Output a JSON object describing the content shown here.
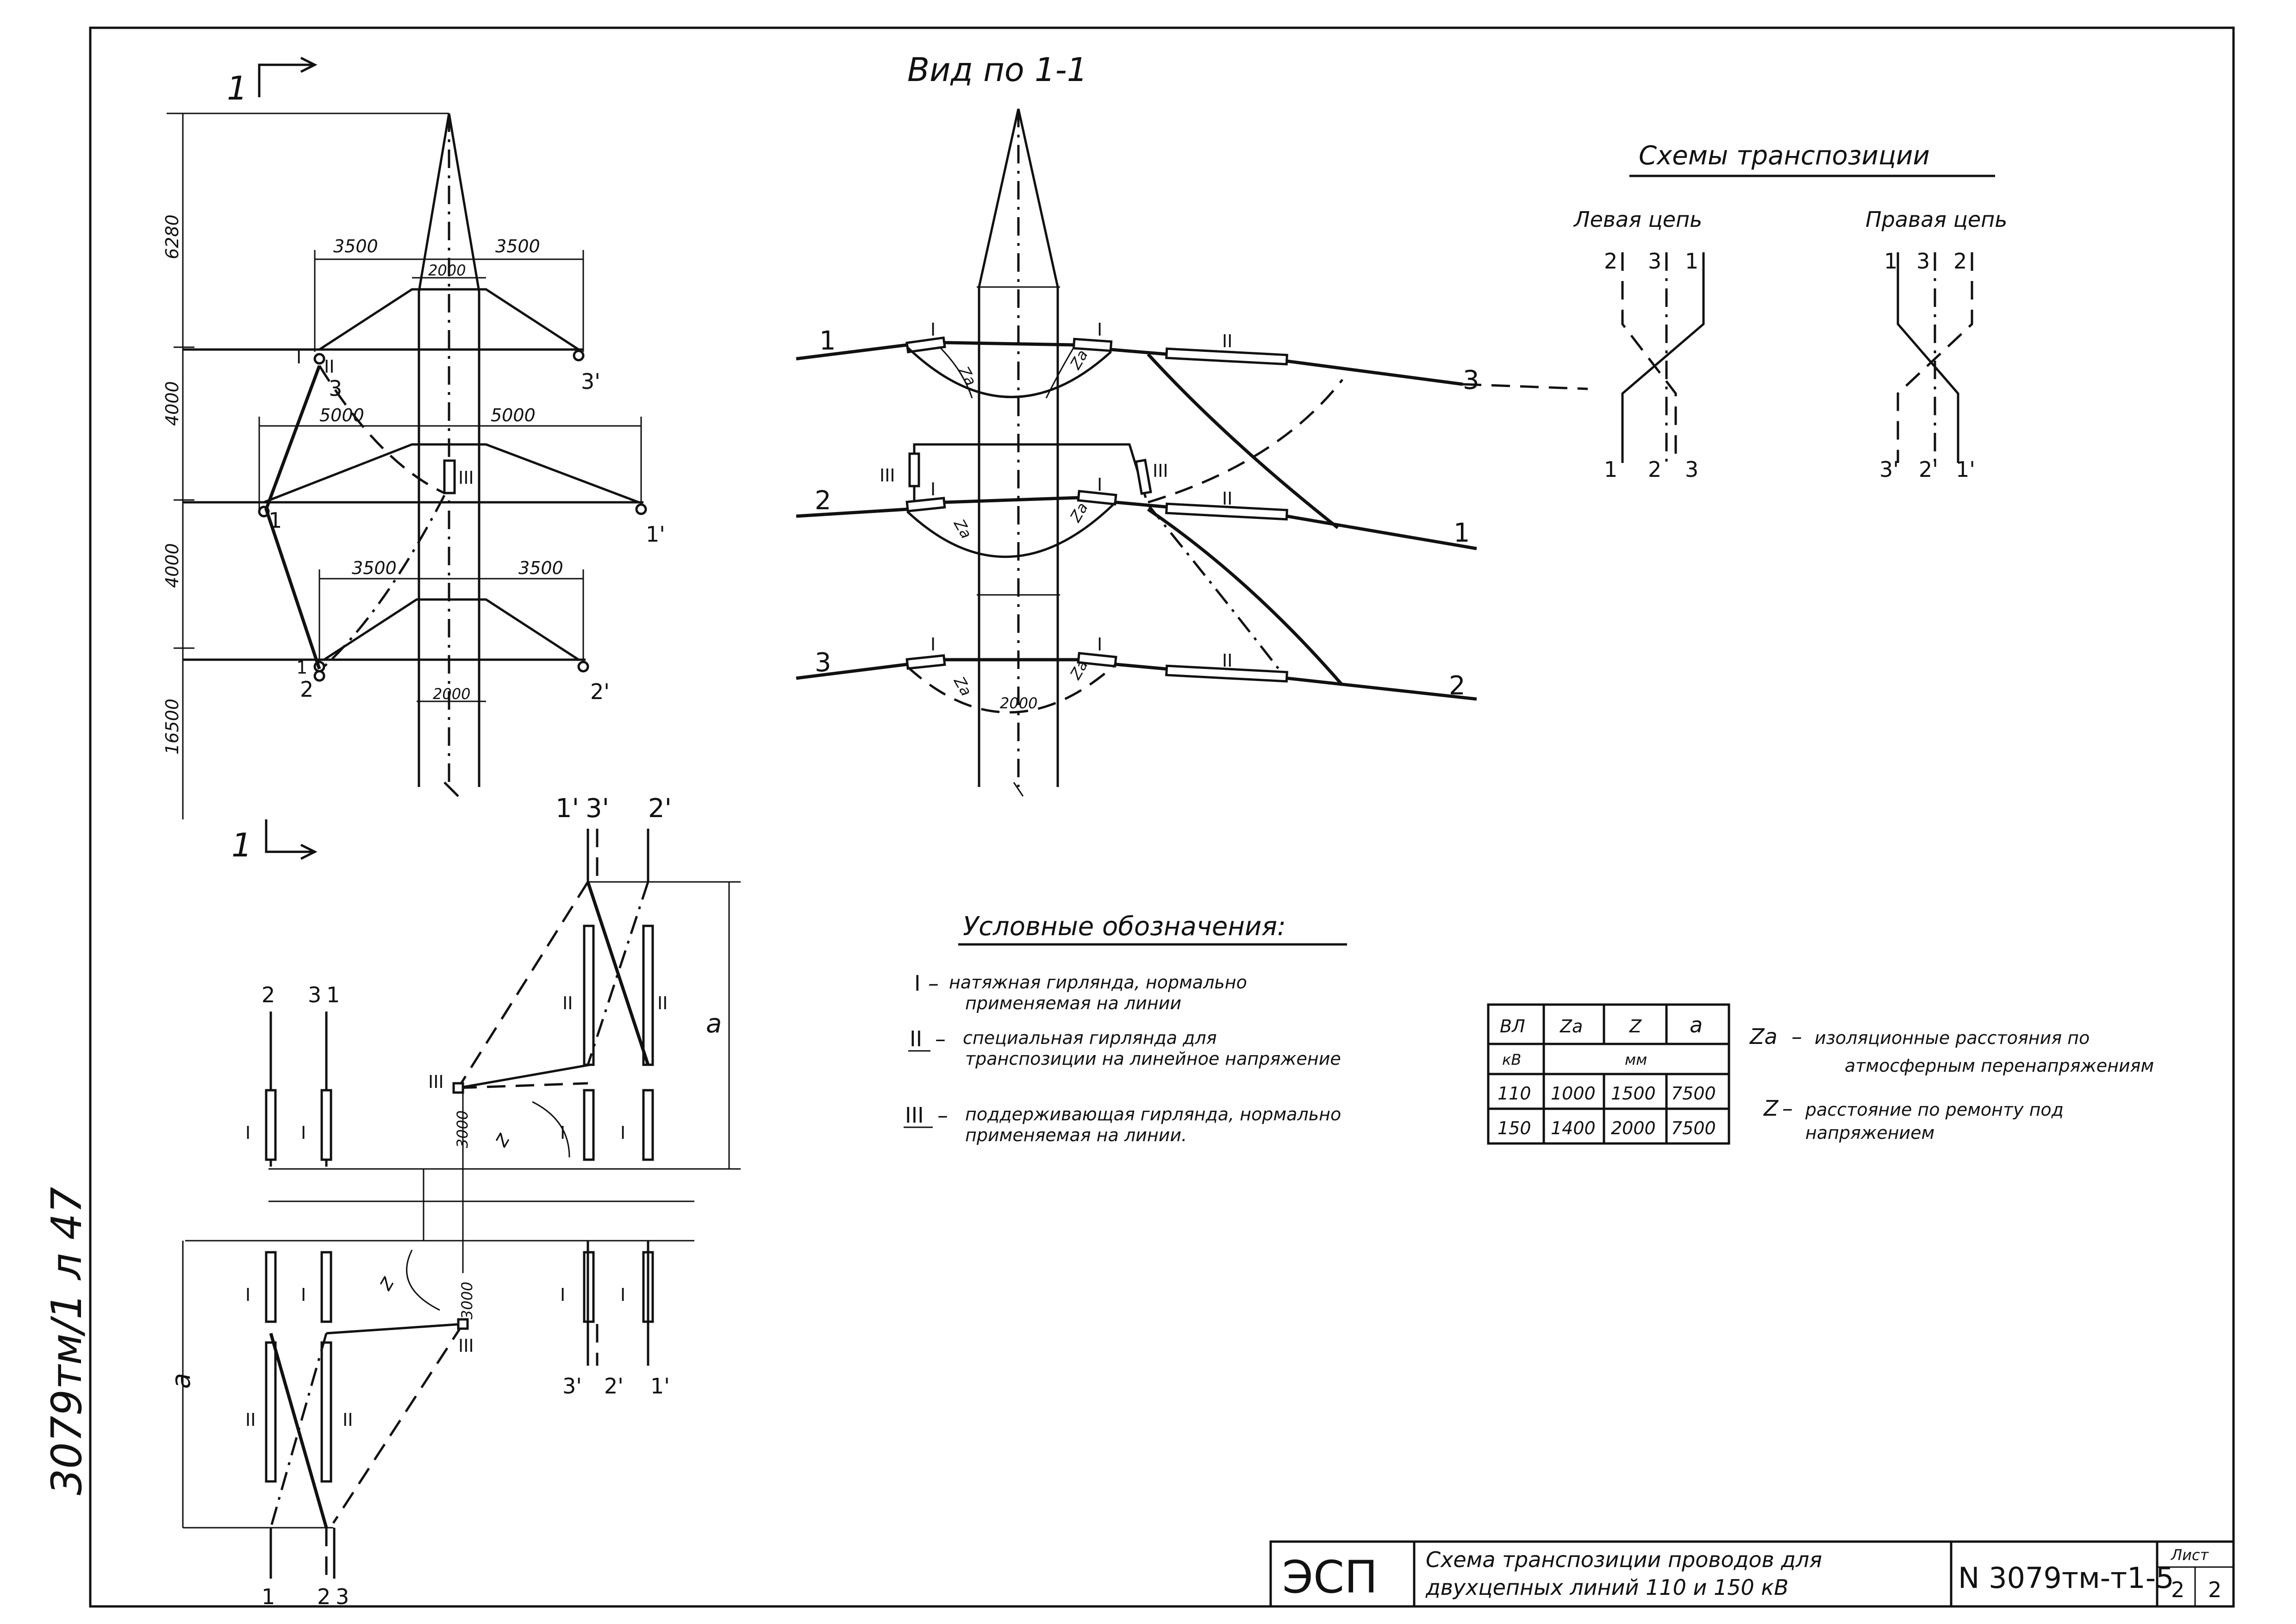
{
  "view_title": "Вид по 1-1",
  "section_marks": {
    "top": "1",
    "bottom": "1"
  },
  "left_elevation": {
    "dims_vertical": [
      "6280",
      "4000",
      "4000",
      "16500"
    ],
    "dims_horizontal": {
      "top_left": "3500",
      "top_right": "3500",
      "top_mid": "2000",
      "mid_left": "5000",
      "mid_right": "5000",
      "bot_left": "3500",
      "bot_right": "3500",
      "bot_mid": "2000"
    },
    "phase_labels": {
      "top_left": "3",
      "top_right": "3'",
      "mid_left": "1",
      "mid_right": "1'",
      "bot_left": "2",
      "bot_right": "2'",
      "bot_left_alt": "1"
    },
    "garland_labels": {
      "g1": "I",
      "g2": "II",
      "g3": "III"
    }
  },
  "center_view": {
    "wire_labels_left": [
      "1",
      "2",
      "3"
    ],
    "wire_labels_right": [
      "3",
      "1",
      "2"
    ],
    "dim_2000": "2000",
    "garland_labels": {
      "I": "I",
      "II": "II",
      "III": "III"
    },
    "clearance_label": "Zа"
  },
  "plan_view": {
    "top_labels": [
      "1'",
      "3'",
      "2'"
    ],
    "left_top_labels": [
      "2",
      "3",
      "1"
    ],
    "bottom_left_labels": [
      "1",
      "2",
      "3"
    ],
    "bottom_right_labels": [
      "3'",
      "2'",
      "1'"
    ],
    "dim_a": "a",
    "dim_3000_top": "3000",
    "dim_3000_bot": "3000",
    "dim_z": "z",
    "garland_labels": {
      "I": "I",
      "II": "II",
      "III": "III"
    }
  },
  "transposition": {
    "title": "Схемы транспозиции",
    "left_chain": {
      "title": "Левая цепь",
      "top": [
        "2",
        "3",
        "1"
      ],
      "bottom": [
        "1",
        "2",
        "3"
      ]
    },
    "right_chain": {
      "title": "Правая цепь",
      "top": [
        "1",
        "3",
        "2"
      ],
      "bottom": [
        "3'",
        "2'",
        "1'"
      ]
    }
  },
  "legend": {
    "title": "Условные обозначения:",
    "items": [
      {
        "mark": "I",
        "text1": "натяжная гирлянда, нормально",
        "text2": "применяемая на линии"
      },
      {
        "mark": "II",
        "text1": "специальная гирлянда для",
        "text2": "транспозиции на линейное напряжение"
      },
      {
        "mark": "III",
        "text1": "поддерживающая гирлянда, нормально",
        "text2": "применяемая на линии."
      }
    ]
  },
  "table": {
    "headers": [
      "ВЛ",
      "Zа",
      "Z",
      "a"
    ],
    "units": [
      "кВ",
      "мм"
    ],
    "rows": [
      [
        "110",
        "1000",
        "1500",
        "7500"
      ],
      [
        "150",
        "1400",
        "2000",
        "7500"
      ]
    ]
  },
  "notes": [
    {
      "sym": "Zа",
      "text1": "изоляционные расстояния по",
      "text2": "атмосферным перенапряжениям"
    },
    {
      "sym": "Z",
      "text1": "расстояние по ремонту под",
      "text2": "напряжением"
    }
  ],
  "side_stamp": "3079тм/1 л 47",
  "title_block": {
    "org": "ЭСП",
    "title1": "Схема транспозиции проводов для",
    "title2": "двухцепных линий 110 и 150 кВ",
    "code": "N 3079тм-т1-5",
    "sheet_label": "Лист",
    "sheet_num": "2",
    "sheets_total": "2"
  }
}
